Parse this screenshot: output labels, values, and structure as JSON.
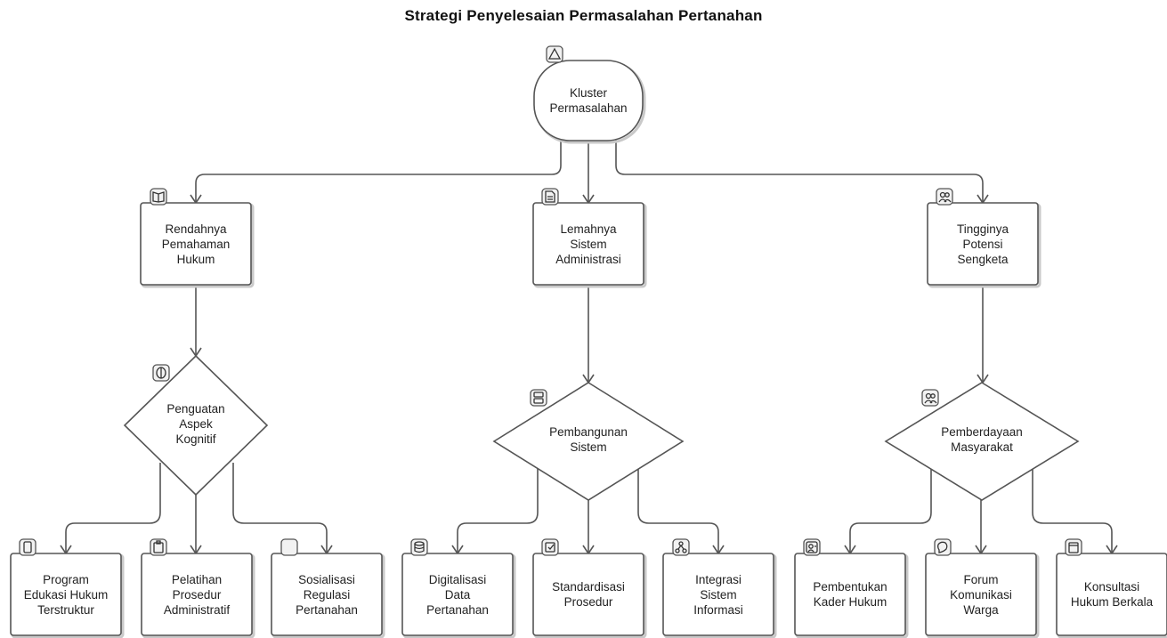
{
  "title": "Strategi Penyelesaian Permasalahan Pertanahan",
  "nodes": {
    "root": {
      "label": "Kluster\nPermasalahan",
      "icon": "warning-icon"
    },
    "c1": {
      "label": "Rendahnya\nPemahaman\nHukum",
      "icon": "book-icon"
    },
    "c2": {
      "label": "Lemahnya\nSistem\nAdministrasi",
      "icon": "document-icon"
    },
    "c3": {
      "label": "Tingginya\nPotensi\nSengketa",
      "icon": "users-icon"
    },
    "d1": {
      "label": "Penguatan\nAspek\nKognitif",
      "icon": "brain-icon"
    },
    "d2": {
      "label": "Pembangunan\nSistem",
      "icon": "server-icon"
    },
    "d3": {
      "label": "Pemberdayaan\nMasyarakat",
      "icon": "community-icon"
    },
    "l1": {
      "label": "Program\nEdukasi Hukum\nTerstruktur",
      "icon": "tablet-icon"
    },
    "l2": {
      "label": "Pelatihan\nProsedur\nAdministratif",
      "icon": "clipboard-icon"
    },
    "l3": {
      "label": "Sosialisasi\nRegulasi\nPertanahan",
      "icon": "blank-icon"
    },
    "l4": {
      "label": "Digitalisasi\nData\nPertanahan",
      "icon": "database-icon"
    },
    "l5": {
      "label": "Standardisasi\nProsedur",
      "icon": "checklist-icon"
    },
    "l6": {
      "label": "Integrasi\nSistem\nInformasi",
      "icon": "network-icon"
    },
    "l7": {
      "label": "Pembentukan\nKader Hukum",
      "icon": "user-badge-icon"
    },
    "l8": {
      "label": "Forum\nKomunikasi\nWarga",
      "icon": "chat-icon"
    },
    "l9": {
      "label": "Konsultasi\nHukum Berkala",
      "icon": "calendar-icon"
    }
  }
}
